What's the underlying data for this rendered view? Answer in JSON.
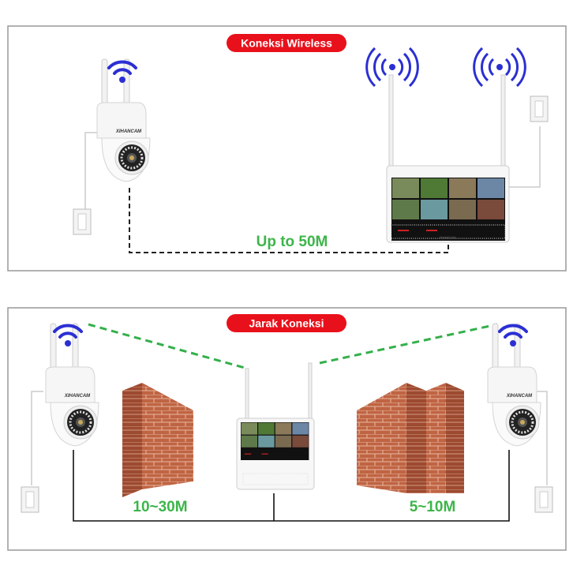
{
  "panel_wireless": {
    "title": "Koneksi Wireless",
    "distance_label": "Up to 50M"
  },
  "panel_distance": {
    "title": "Jarak Koneksi",
    "left_distance_label": "10~30M",
    "right_distance_label": "5~10M"
  },
  "brand": "XIHANCAM",
  "colors": {
    "pill": "#e8111b",
    "distance_text": "#3db54a",
    "wifi": "#2b2fd3",
    "wireless_link": "#33b04a",
    "brick": "#b85a3c"
  }
}
